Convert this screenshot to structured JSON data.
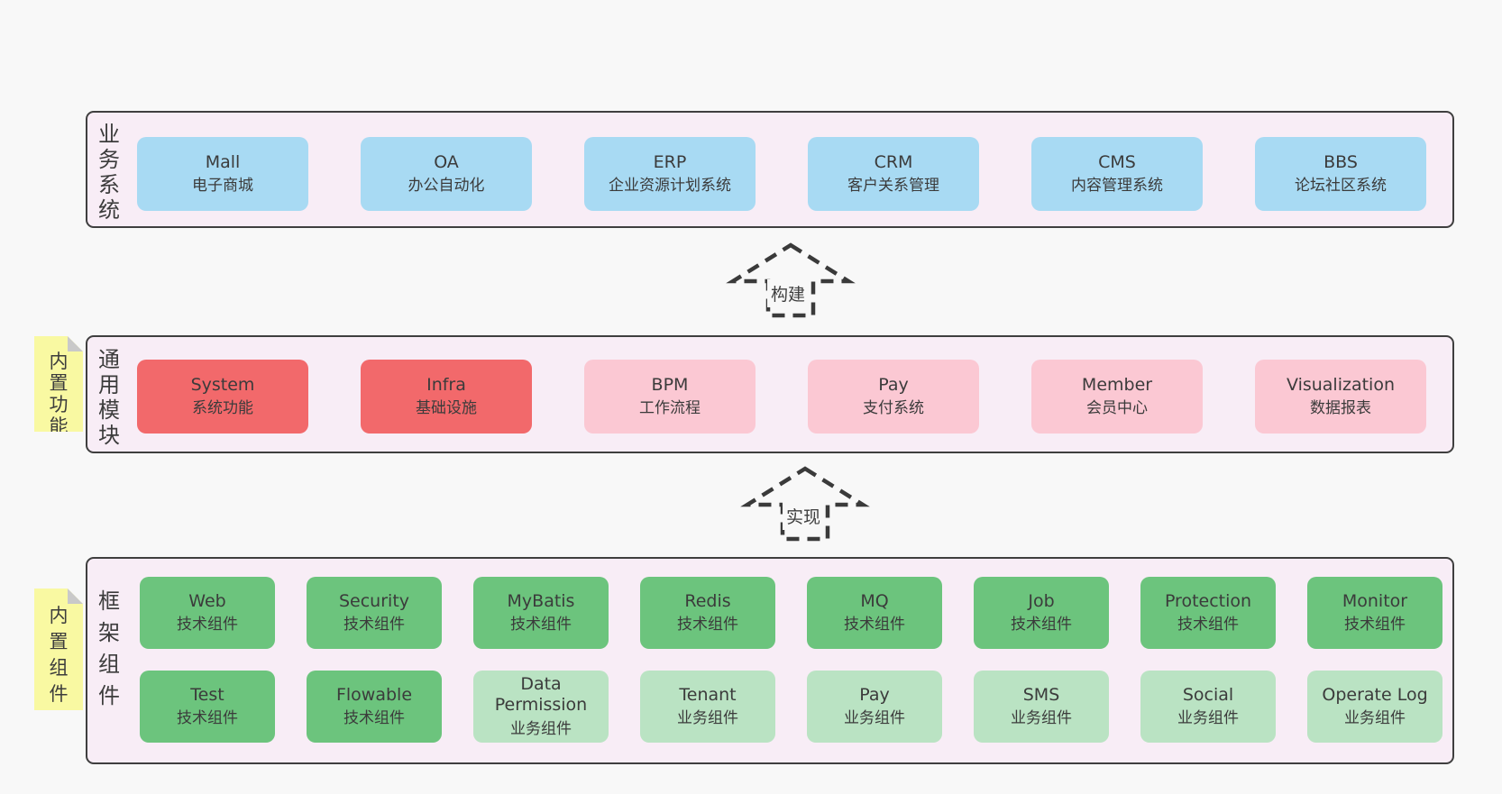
{
  "palette": {
    "page_bg": "#f8f8f8",
    "container_bg": "#f8edf6",
    "container_border": "#3f3f3f",
    "blue": "#a8daf3",
    "red": "#f2696b",
    "pink": "#fbc8d3",
    "green": "#6cc47d",
    "light_green": "#bae3c3",
    "note_yellow": "#f9f9a2",
    "note_fold_gray": "#c9c9c9",
    "text": "#3b3b3b"
  },
  "tiers": [
    {
      "label": "业务系统",
      "boxes": [
        {
          "en": "Mall",
          "zh": "电子商城"
        },
        {
          "en": "OA",
          "zh": "办公自动化"
        },
        {
          "en": "ERP",
          "zh": "企业资源计划系统"
        },
        {
          "en": "CRM",
          "zh": "客户关系管理"
        },
        {
          "en": "CMS",
          "zh": "内容管理系统"
        },
        {
          "en": "BBS",
          "zh": "论坛社区系统"
        }
      ]
    },
    {
      "label": "通用模块",
      "note": "内置功能",
      "boxes": [
        {
          "en": "System",
          "zh": "系统功能"
        },
        {
          "en": "Infra",
          "zh": "基础设施"
        },
        {
          "en": "BPM",
          "zh": "工作流程"
        },
        {
          "en": "Pay",
          "zh": "支付系统"
        },
        {
          "en": "Member",
          "zh": "会员中心"
        },
        {
          "en": "Visualization",
          "zh": "数据报表"
        }
      ]
    },
    {
      "label": "框架组件",
      "note": "内置组件",
      "rows": [
        [
          {
            "en": "Web",
            "zh": "技术组件"
          },
          {
            "en": "Security",
            "zh": "技术组件"
          },
          {
            "en": "MyBatis",
            "zh": "技术组件"
          },
          {
            "en": "Redis",
            "zh": "技术组件"
          },
          {
            "en": "MQ",
            "zh": "技术组件"
          },
          {
            "en": "Job",
            "zh": "技术组件"
          },
          {
            "en": "Protection",
            "zh": "技术组件"
          },
          {
            "en": "Monitor",
            "zh": "技术组件"
          }
        ],
        [
          {
            "en": "Test",
            "zh": "技术组件"
          },
          {
            "en": "Flowable",
            "zh": "技术组件"
          },
          {
            "en": "Data Permission",
            "zh": "业务组件"
          },
          {
            "en": "Tenant",
            "zh": "业务组件"
          },
          {
            "en": "Pay",
            "zh": "业务组件"
          },
          {
            "en": "SMS",
            "zh": "业务组件"
          },
          {
            "en": "Social",
            "zh": "业务组件"
          },
          {
            "en": "Operate Log",
            "zh": "业务组件"
          }
        ]
      ]
    }
  ],
  "arrows": [
    {
      "label": "构建"
    },
    {
      "label": "实现"
    }
  ]
}
